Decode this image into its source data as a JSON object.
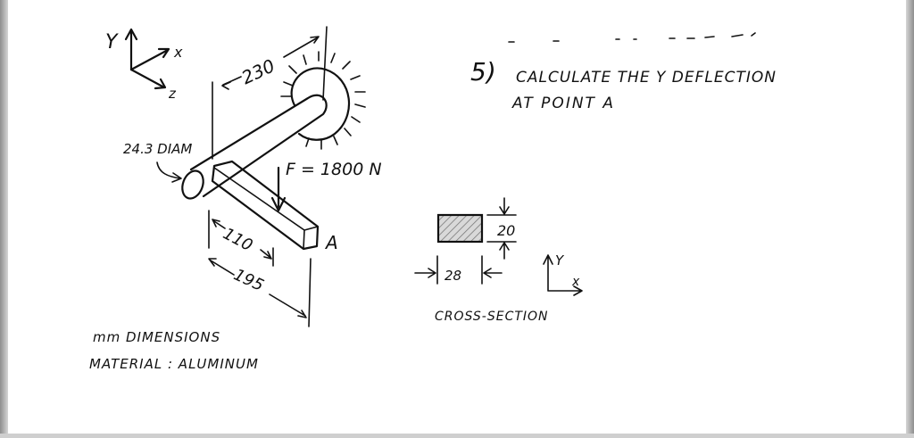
{
  "problem": {
    "number": "5)",
    "line1": "CALCULATE  THE  Y  DEFLECTION",
    "line2": "AT  POINT  A"
  },
  "axes_main": {
    "y": "Y",
    "x": "x",
    "z": "z"
  },
  "axes_cross": {
    "y": "Y",
    "x": "x"
  },
  "labels": {
    "length_230": "230",
    "diameter": "24.3 DIAM",
    "force": "F = 1800 N",
    "point": "A",
    "length_110": "110",
    "length_195": "195"
  },
  "cross_section": {
    "height": "20",
    "width": "28",
    "caption": "CROSS-SECTION"
  },
  "notes": {
    "units": "mm  DIMENSIONS",
    "material": "MATERIAL :  ALUMINUM"
  }
}
